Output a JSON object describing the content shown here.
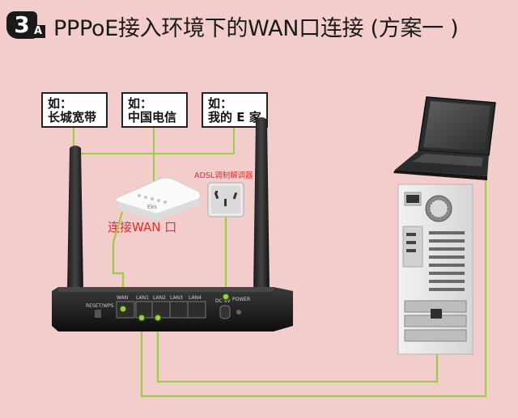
{
  "header": {
    "step_number": "3",
    "step_letter": "A",
    "title": "PPPoE接入环境下的WAN口连接 (方案一 )"
  },
  "isp_examples": [
    {
      "prefix": "如：",
      "name": "长城宽带"
    },
    {
      "prefix": "如：",
      "name": "中国电信"
    },
    {
      "prefix": "如：",
      "name": "我的 E 家"
    }
  ],
  "labels": {
    "adsl_modem": "ADSL调制解调器",
    "connect_wan": "连接WAN 口",
    "modem_brand": "Eks"
  },
  "router_ports": {
    "reset": "RESET/WPS",
    "wan": "WAN",
    "lan1": "LAN1",
    "lan2": "LAN2",
    "lan3": "LAN3",
    "lan4": "LAN4",
    "dc": "DC 9V",
    "power": "POWER"
  },
  "colors": {
    "background": "#f3cccc",
    "cable": "#9ccd46",
    "box_border": "#222222",
    "accent_red": "#e03030"
  }
}
